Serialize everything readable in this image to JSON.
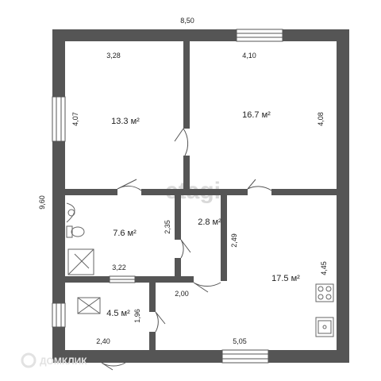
{
  "dimensions": {
    "overall_width": "8,50",
    "overall_height": "9,60",
    "r1_width": "3,28",
    "r1_height": "4,07",
    "r2_width": "4,10",
    "r2_height": "4,08",
    "bath_height": "2,35",
    "bath_width": "3,22",
    "closet_height": "2,49",
    "living_height": "4,45",
    "hall_width": "2,00",
    "living_width": "5,05",
    "toilet_height": "1,96",
    "toilet_width": "2,40"
  },
  "rooms": {
    "r1": "13.3 м²",
    "r2": "16.7 м²",
    "bath": "7.6 м²",
    "closet": "2.8 м²",
    "living": "17.5 м²",
    "toilet": "4.5 м²"
  },
  "watermark": "etagi",
  "footer_brand": "ДОМКЛИК",
  "colors": {
    "wall": "#555555",
    "fixture_line": "#666666",
    "watermark": "#d9d9d9"
  },
  "icons": [
    "washbasin-icon",
    "toilet-icon",
    "shower-icon",
    "stove-icon",
    "sink-icon",
    "vent-icon"
  ]
}
